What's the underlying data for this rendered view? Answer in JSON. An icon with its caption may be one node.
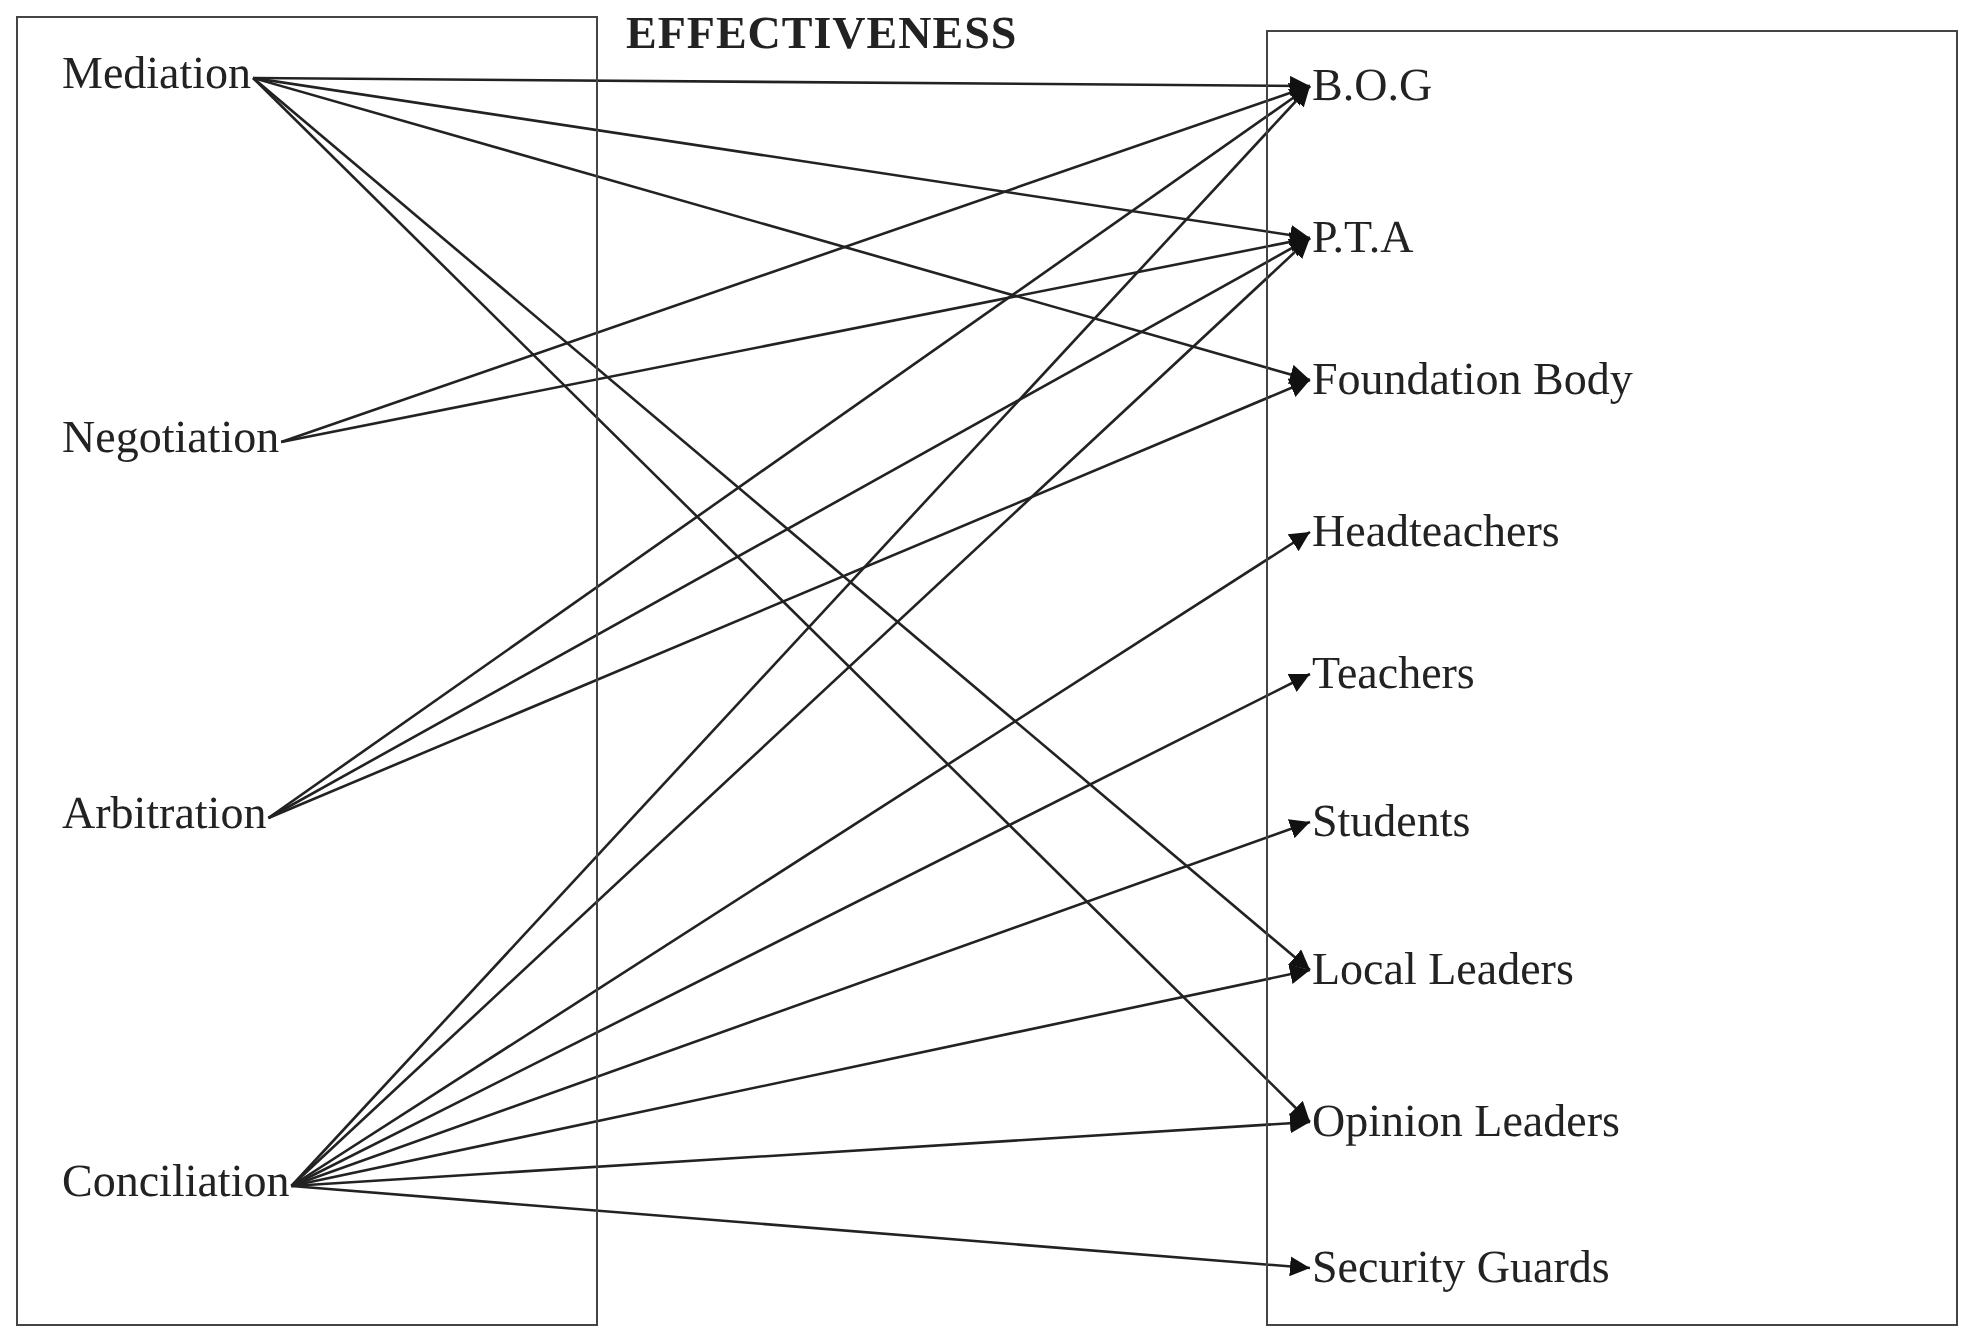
{
  "diagram": {
    "title": "EFFECTIVENESS",
    "nodes": [
      {
        "text": [],
        "shape": "box"
      },
      {
        "text": [
          "Mediation"
        ],
        "in": 0
      },
      {
        "text": [
          "Negotiation"
        ],
        "in": 0
      },
      {
        "text": [
          "Arbitration"
        ],
        "in": 0
      },
      {
        "text": [
          "Conciliation"
        ],
        "in": 0
      },
      {
        "text": [],
        "shape": "box"
      },
      {
        "text": [
          "B.O.G"
        ],
        "in": 5
      },
      {
        "text": [
          "P.T.A"
        ],
        "in": 5
      },
      {
        "text": [
          "Foundation Body"
        ],
        "in": 5
      },
      {
        "text": [
          "Headteachers"
        ],
        "in": 5
      },
      {
        "text": [
          "Teachers"
        ],
        "in": 5
      },
      {
        "text": [
          "Students"
        ],
        "in": 5
      },
      {
        "text": [
          "Local Leaders"
        ],
        "in": 5
      },
      {
        "text": [
          "Opinion Leaders"
        ],
        "in": 5
      },
      {
        "text": [
          "Security Guards"
        ],
        "in": 5
      }
    ],
    "edges": [
      {
        "from": 1,
        "to": 6,
        "arrow": "to"
      },
      {
        "from": 1,
        "to": 7,
        "arrow": "to"
      },
      {
        "from": 1,
        "to": 8,
        "arrow": "to"
      },
      {
        "from": 1,
        "to": 12,
        "arrow": "to"
      },
      {
        "from": 1,
        "to": 13,
        "arrow": "to"
      },
      {
        "from": 2,
        "to": 6,
        "arrow": "to"
      },
      {
        "from": 2,
        "to": 7,
        "arrow": "to"
      },
      {
        "from": 3,
        "to": 6,
        "arrow": "to"
      },
      {
        "from": 3,
        "to": 7,
        "arrow": "to"
      },
      {
        "from": 3,
        "to": 8,
        "arrow": "to"
      },
      {
        "from": 4,
        "to": 6,
        "arrow": "to"
      },
      {
        "from": 4,
        "to": 7,
        "arrow": "to"
      },
      {
        "from": 4,
        "to": 9,
        "arrow": "to"
      },
      {
        "from": 4,
        "to": 10,
        "arrow": "to"
      },
      {
        "from": 4,
        "to": 11,
        "arrow": "to"
      },
      {
        "from": 4,
        "to": 12,
        "arrow": "to"
      },
      {
        "from": 4,
        "to": 13,
        "arrow": "to"
      },
      {
        "from": 4,
        "to": 14,
        "arrow": "to"
      }
    ]
  }
}
